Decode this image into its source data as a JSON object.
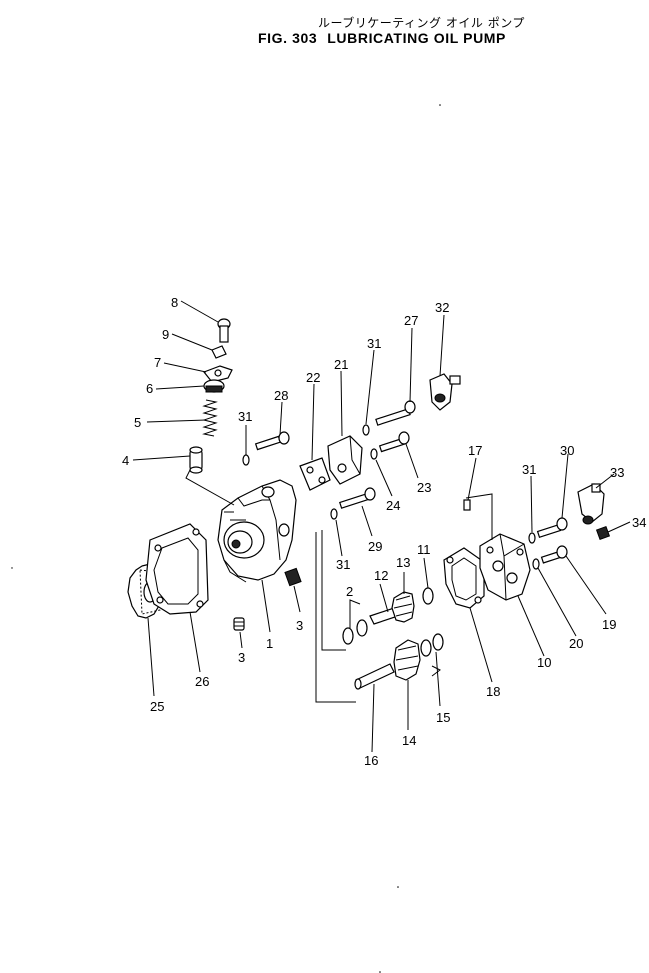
{
  "title_jp": "ルーブリケーティング オイル ポンプ",
  "figure_number": "FIG. 303",
  "figure_title": "LUBRICATING OIL PUMP",
  "callouts": {
    "c1": "1",
    "c2": "2",
    "c3a": "3",
    "c3b": "3",
    "c4": "4",
    "c5": "5",
    "c6": "6",
    "c7": "7",
    "c8": "8",
    "c9": "9",
    "c10": "10",
    "c11": "11",
    "c12": "12",
    "c13": "13",
    "c14": "14",
    "c15": "15",
    "c16": "16",
    "c17": "17",
    "c18": "18",
    "c19": "19",
    "c20": "20",
    "c21": "21",
    "c22": "22",
    "c23": "23",
    "c24": "24",
    "c25": "25",
    "c26": "26",
    "c27": "27",
    "c28": "28",
    "c29": "29",
    "c30": "30",
    "c31a": "31",
    "c31b": "31",
    "c31c": "31",
    "c31d": "31",
    "c32": "32",
    "c33": "33",
    "c34": "34"
  }
}
